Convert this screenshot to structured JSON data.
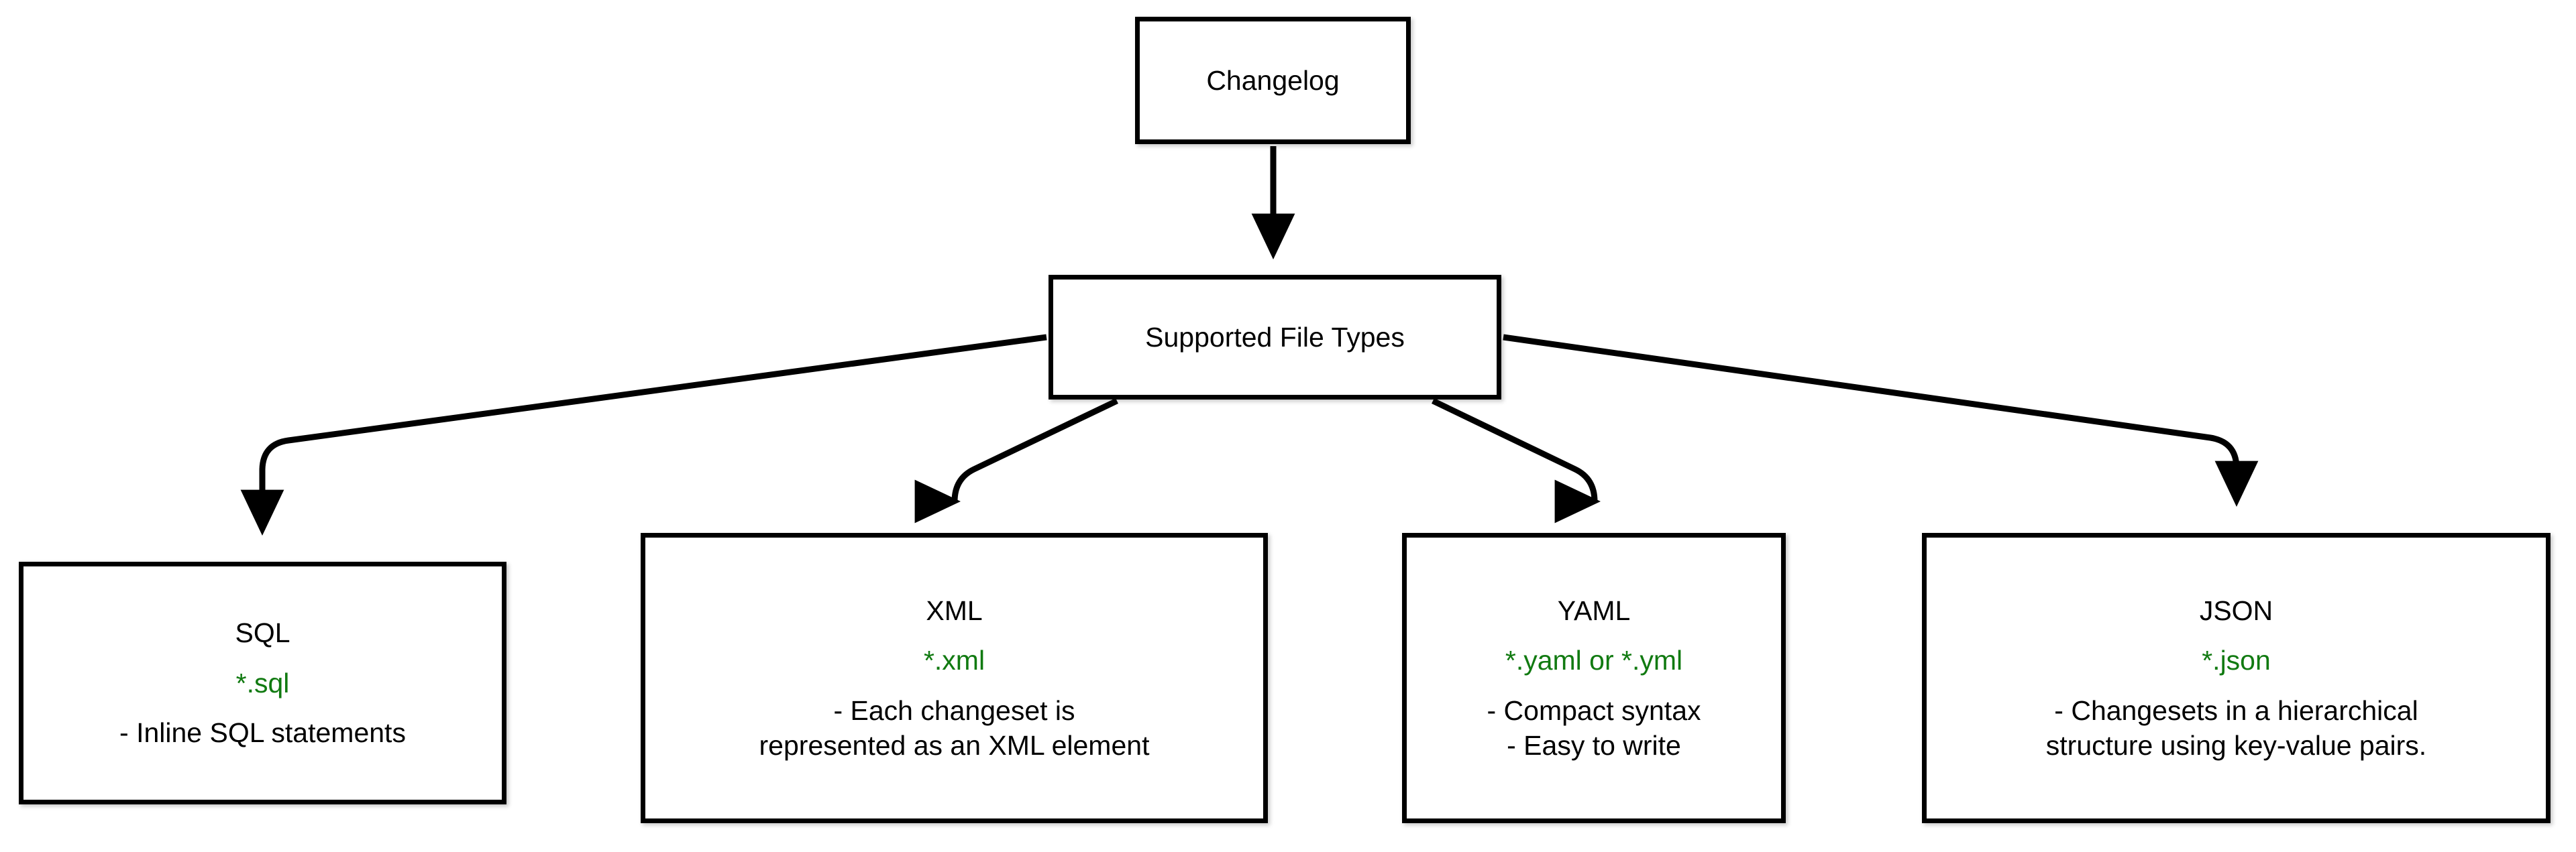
{
  "diagram": {
    "title": "Changelog Supported File Types",
    "background_color": "#ffffff",
    "edge_color": "#000000",
    "accent_green": "#117a11",
    "root": {
      "label": "Changelog"
    },
    "category": {
      "label": "Supported File Types"
    },
    "leaves": [
      {
        "id": "sql",
        "title": "SQL",
        "extension": "*.sql",
        "description_line1": "- Inline SQL statements",
        "description_line2": ""
      },
      {
        "id": "xml",
        "title": "XML",
        "extension": "*.xml",
        "description_line1": "- Each changeset is",
        "description_line2": "represented as an XML element"
      },
      {
        "id": "yaml",
        "title": "YAML",
        "extension": "*.yaml or *.yml",
        "description_line1": "- Compact syntax",
        "description_line2": "- Easy to write"
      },
      {
        "id": "json",
        "title": "JSON",
        "extension": "*.json",
        "description_line1": "- Changesets in a hierarchical",
        "description_line2": "structure using key-value pairs."
      }
    ],
    "edges": [
      {
        "from": "Changelog",
        "to": "Supported File Types"
      },
      {
        "from": "Supported File Types",
        "to": "SQL"
      },
      {
        "from": "Supported File Types",
        "to": "XML"
      },
      {
        "from": "Supported File Types",
        "to": "YAML"
      },
      {
        "from": "Supported File Types",
        "to": "JSON"
      }
    ]
  }
}
